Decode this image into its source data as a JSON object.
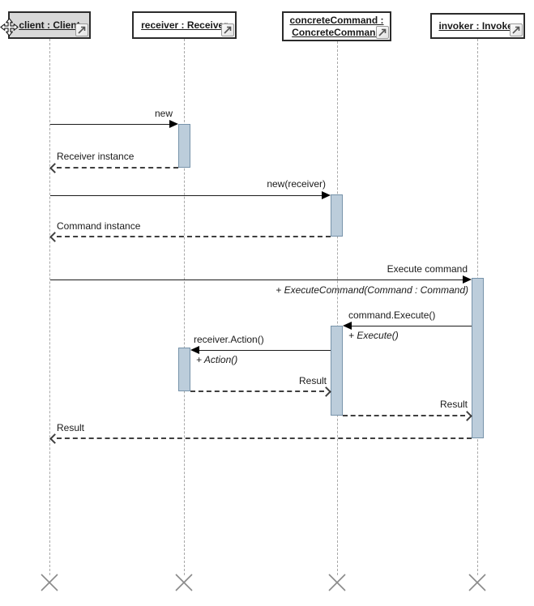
{
  "diagram": {
    "kind": "uml-sequence-diagram",
    "colors": {
      "activation_fill": "#bccddb",
      "activation_border": "#7793aa",
      "lifeline_color": "#a8a8a8",
      "selected_fill": "#d9d9d9"
    },
    "lifelines": [
      {
        "label": "client : Client",
        "selected": true,
        "destroyed": true
      },
      {
        "label": "receiver : Receiver",
        "selected": false,
        "destroyed": true
      },
      {
        "label": "concreteCommand : ConcreteCommand",
        "selected": false,
        "destroyed": true
      },
      {
        "label": "invoker : Invoker",
        "selected": false,
        "destroyed": true
      }
    ],
    "messages": [
      {
        "label": "new",
        "kind": "sync",
        "from": "client",
        "to": "receiver"
      },
      {
        "label": "Receiver instance",
        "kind": "return",
        "from": "receiver",
        "to": "client"
      },
      {
        "label": "new(receiver)",
        "kind": "sync",
        "from": "client",
        "to": "concreteCommand"
      },
      {
        "label": "Command instance",
        "kind": "return",
        "from": "concreteCommand",
        "to": "client"
      },
      {
        "label": "Execute command",
        "operation": "+ ExecuteCommand(Command : Command)",
        "kind": "sync",
        "from": "client",
        "to": "invoker"
      },
      {
        "label": "command.Execute()",
        "operation": "+ Execute()",
        "kind": "sync",
        "from": "invoker",
        "to": "concreteCommand"
      },
      {
        "label": "receiver.Action()",
        "operation": "+ Action()",
        "kind": "sync",
        "from": "concreteCommand",
        "to": "receiver"
      },
      {
        "label": "Result",
        "kind": "return",
        "from": "receiver",
        "to": "concreteCommand"
      },
      {
        "label": "Result",
        "kind": "return",
        "from": "concreteCommand",
        "to": "invoker"
      },
      {
        "label": "Result",
        "kind": "return",
        "from": "invoker",
        "to": "client"
      }
    ],
    "icons": [
      "move-cursor-icon",
      "resize-arrow-icon",
      "destruction-x-icon"
    ]
  }
}
